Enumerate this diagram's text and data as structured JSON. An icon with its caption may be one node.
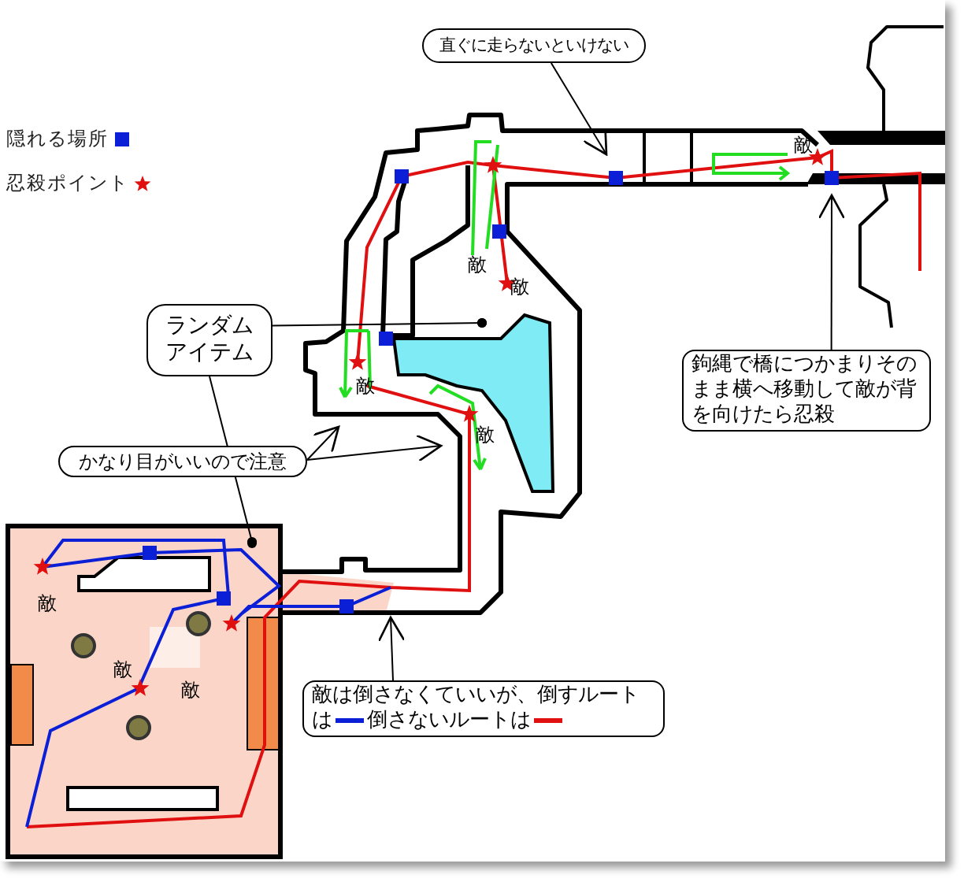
{
  "diagram": {
    "nodes": [
      {
        "text": [
          "直ぐに走らないといけない"
        ]
      },
      {
        "text": [
          "ランダムアイテム"
        ]
      },
      {
        "text": [
          "鉤縄で橋につかまりそのまま横へ移動して敵が背を向けたら忍殺"
        ]
      },
      {
        "text": [
          "かなり目がいいので注意"
        ]
      },
      {
        "text": [
          "敵は倒さなくていいが、倒すルートは",
          "倒さないルートは"
        ]
      }
    ],
    "edges": [
      {
        "from": 0,
        "to": null,
        "arrow": "to"
      },
      {
        "from": 1,
        "to": null,
        "arrow": "other"
      },
      {
        "from": 1,
        "to": null,
        "arrow": "other"
      },
      {
        "from": 2,
        "to": null,
        "arrow": "to"
      },
      {
        "from": 3,
        "to": null,
        "arrow": "to"
      },
      {
        "from": 3,
        "to": null,
        "arrow": "to"
      },
      {
        "from": 4,
        "to": null,
        "arrow": "to"
      }
    ],
    "labels": [
      "敵",
      "敵",
      "敵",
      "敵",
      "敵",
      "敵",
      "敵",
      "敵"
    ],
    "legend": [
      {
        "text": "隠れる場所"
      },
      {
        "text": "忍殺ポイント"
      }
    ]
  }
}
